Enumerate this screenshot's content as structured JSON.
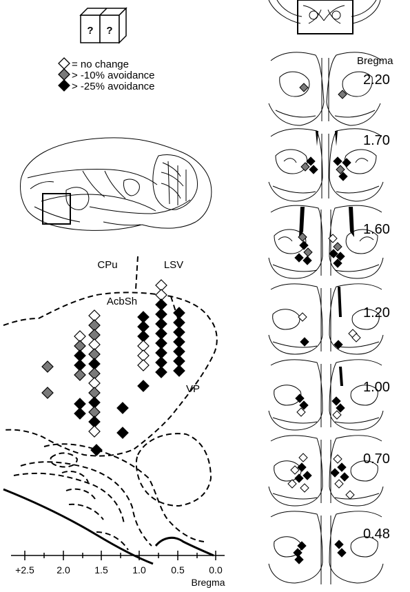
{
  "legend": {
    "cube_marks": [
      "?",
      "?"
    ],
    "items": [
      {
        "text": "= no change",
        "fill": "#ffffff"
      },
      {
        "text": "> -10% avoidance",
        "fill": "#7a7a7a"
      },
      {
        "text": "> -25% avoidance",
        "fill": "#000000"
      }
    ]
  },
  "regions": {
    "cpu": "CPu",
    "lsv": "LSV",
    "acbsh": "AcbSh",
    "vp": "VP"
  },
  "axis": {
    "ticks": [
      "+2.5",
      "2.0",
      "1.5",
      "1.0",
      "0.5",
      "0.0"
    ],
    "unit": "Bregma"
  },
  "sections": {
    "header": "Bregma",
    "levels": [
      "2.20",
      "1.70",
      "1.60",
      "1.20",
      "1.00",
      "0.70",
      "0.48"
    ]
  },
  "colors": {
    "no_change": "#ffffff",
    "avoid10": "#7a7a7a",
    "avoid25": "#000000"
  }
}
